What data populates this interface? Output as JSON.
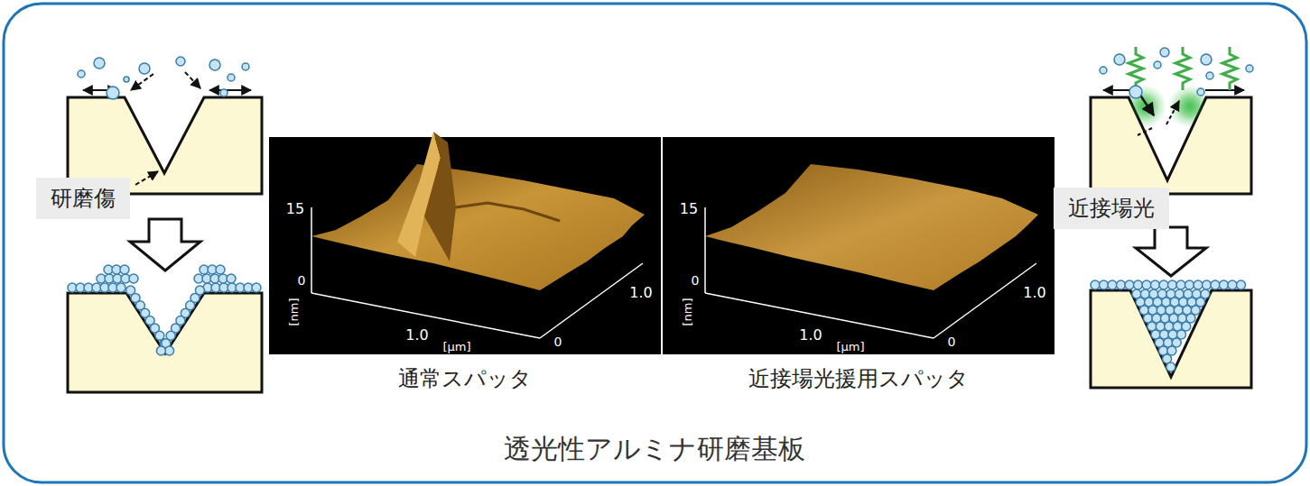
{
  "diagram": {
    "caption": "透光性アルミナ研磨基板",
    "nodes": [
      {
        "text": [
          "研磨傷"
        ]
      },
      {
        "text": [
          "近接場光"
        ]
      }
    ],
    "labels": [
      "15",
      "[nm]",
      "0",
      "1.0",
      "[μm]",
      "1.0",
      "0",
      "通常スパッタ",
      "15",
      "[nm]",
      "0",
      "1.0",
      "[μm]",
      "1.0",
      "0",
      "近接場光援用スパッタ"
    ]
  }
}
